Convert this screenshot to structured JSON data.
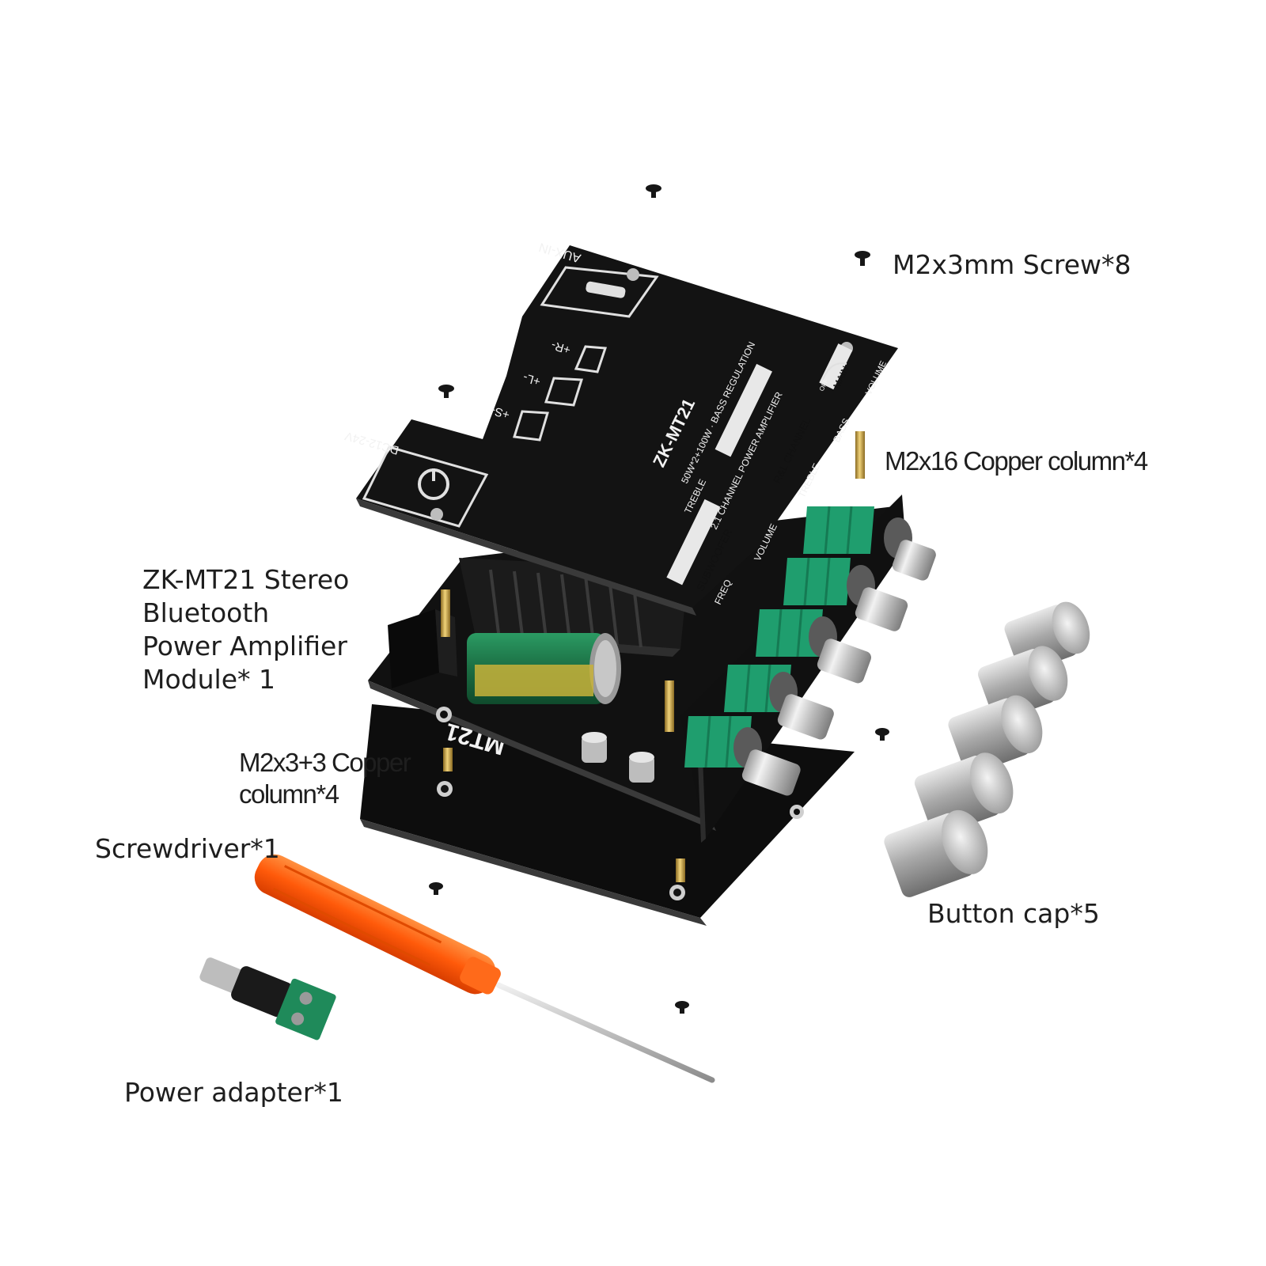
{
  "board": {
    "model": "ZK-MT21",
    "spec": "50W*2+100W · BASS REGULATION",
    "subtitle": "2.1 CHANNEL POWER AMPLIFIER",
    "aux_label": "AUX-IN",
    "dc_label": "DC12-24V",
    "main_label": "MAIN",
    "volume_label": "VOLUME",
    "rl_channel_label": "R&L CHANNEL",
    "bass_label": "BASS",
    "treble_label": "TREBLE",
    "treble_label_2": "TREBLE",
    "subwoofer_label": "SUBWOOFER",
    "volume_label_2": "VOLUME",
    "freq_label": "FREQ",
    "r_label": "+R-",
    "l_label": "+L-",
    "s_label": "+S-",
    "off_label": "OFF",
    "pcb_label": "MT21"
  },
  "labels": {
    "screw": "M2x3mm Screw*8",
    "copper16": "M2x16 Copper column*4",
    "module": [
      "ZK-MT21 Stereo",
      "Bluetooth",
      "Power Amplifier",
      "Module* 1"
    ],
    "copper3": [
      "M2x3+3 Copper",
      "column*4"
    ],
    "screwdriver": "Screwdriver*1",
    "buttoncap": "Button cap*5",
    "adapter": "Power adapter*1"
  },
  "colors": {
    "board": "#141414",
    "handle": "#ff5a0a",
    "green_block": "#1f9e6e",
    "capacitor": "#1e7a4c",
    "brass": "#c9a24a"
  }
}
